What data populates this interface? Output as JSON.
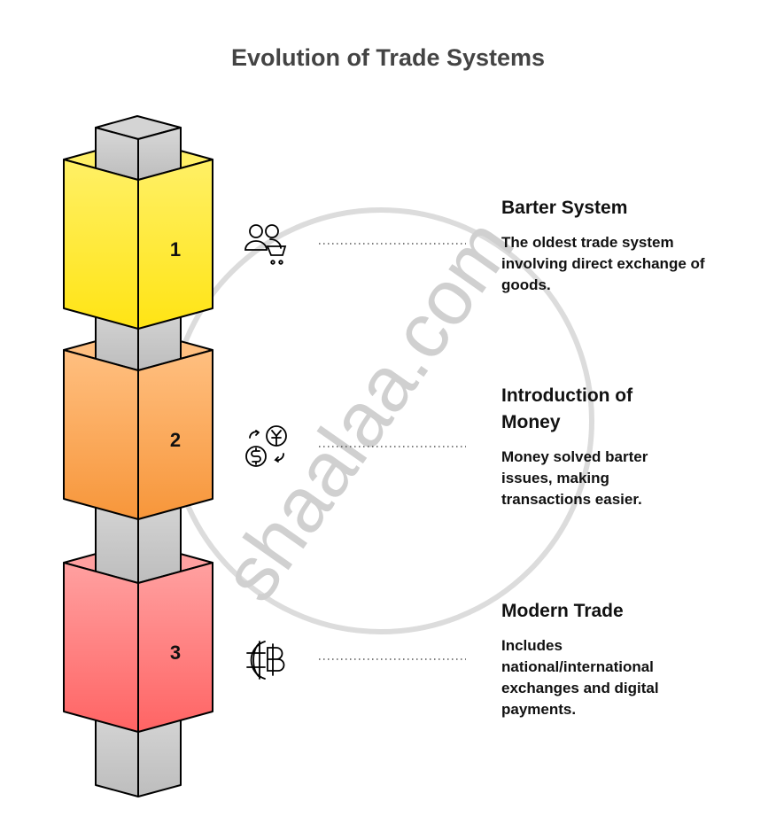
{
  "title": "Evolution of Trade Systems",
  "watermark": "shaalaa.com",
  "stages": [
    {
      "number": "1",
      "title": "Barter System",
      "description": "The oldest trade system involving direct exchange of goods.",
      "icon": "people-cart-icon",
      "color_top": "#fff066",
      "color_bottom": "#ffe414"
    },
    {
      "number": "2",
      "title": "Introduction of Money",
      "description": "Money solved barter issues, making transactions easier.",
      "icon": "currency-exchange-icon",
      "color_top": "#ffbf80",
      "color_bottom": "#f7963a"
    },
    {
      "number": "3",
      "title": "Modern Trade",
      "description": "Includes national/international exchanges and digital payments.",
      "icon": "globe-baht-icon",
      "color_top": "#ffa0a0",
      "color_bottom": "#ff6464"
    }
  ]
}
